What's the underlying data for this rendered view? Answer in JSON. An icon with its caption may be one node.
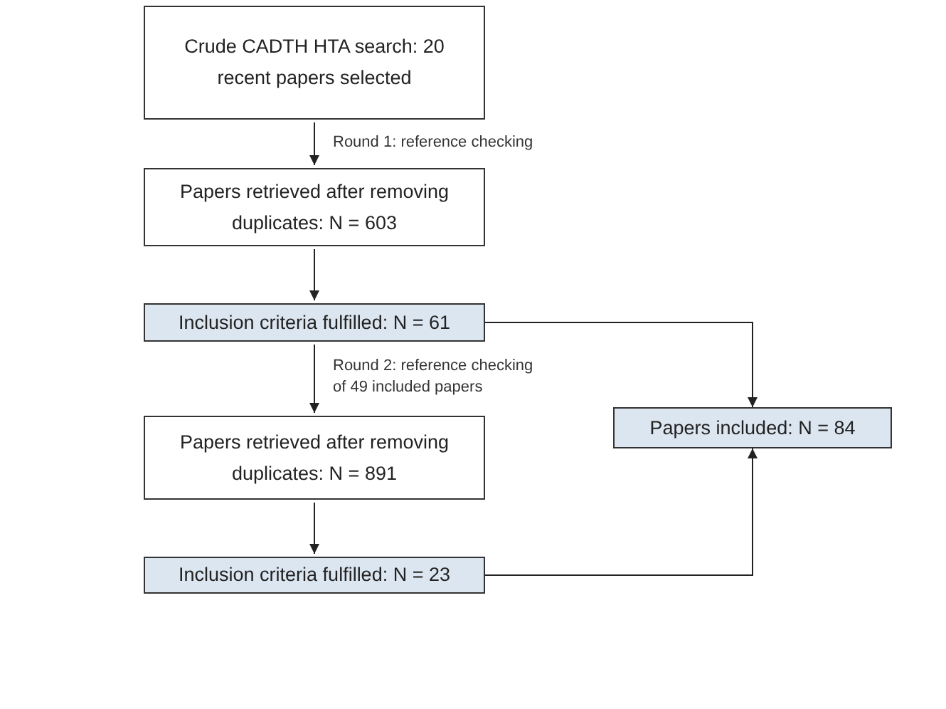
{
  "diagram": {
    "nodes": [
      {
        "text": [
          "Crude CADTH HTA search: 20 recent papers selected"
        ]
      },
      {
        "text": [
          "Papers retrieved after removing duplicates: N = 603"
        ]
      },
      {
        "text": [
          "Inclusion criteria fulfilled: N = 61"
        ]
      },
      {
        "text": [
          "Papers retrieved after removing duplicates: N = 891"
        ]
      },
      {
        "text": [
          "Inclusion criteria fulfilled: N = 23"
        ]
      },
      {
        "text": [
          "Papers included: N = 84"
        ]
      }
    ],
    "edges": [
      {
        "from": 0,
        "to": 1,
        "arrow": "to",
        "label": "Round 1: reference checking"
      },
      {
        "from": 1,
        "to": 2,
        "arrow": "to"
      },
      {
        "from": 2,
        "to": 3,
        "arrow": "to",
        "label": "Round 2: reference checking of 49 included papers"
      },
      {
        "from": 3,
        "to": 4,
        "arrow": "to"
      },
      {
        "from": 2,
        "to": 5,
        "arrow": "to"
      },
      {
        "from": 4,
        "to": 5,
        "arrow": "to"
      }
    ]
  }
}
